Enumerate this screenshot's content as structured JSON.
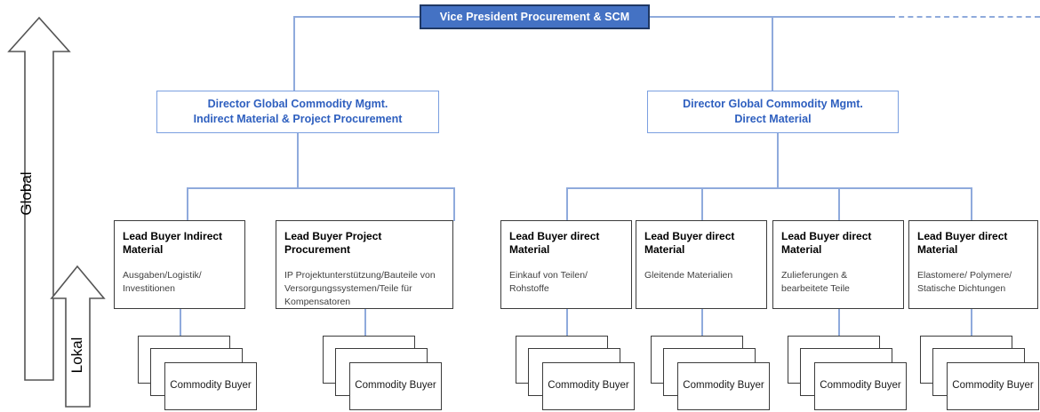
{
  "diagram": {
    "title_box": {
      "label": "Vice President Procurement & SCM"
    },
    "axis": {
      "global_label": "Global",
      "lokal_label": "Lokal",
      "global_arrow_name": "global-scope-arrow",
      "lokal_arrow_name": "lokal-scope-arrow"
    },
    "directors": [
      {
        "line1": "Director Global Commodity Mgmt.",
        "line2": "Indirect Material & Project Procurement"
      },
      {
        "line1": "Director Global Commodity Mgmt.",
        "line2": "Direct Material"
      }
    ],
    "lead_buyers": [
      {
        "title": "Lead Buyer Indirect Material",
        "desc": "Ausgaben/Logistik/ Investitionen"
      },
      {
        "title": "Lead Buyer Project Procurement",
        "desc": "IP Projektunterstützung/Bauteile von Versorgungssystemen/Teile für Kompensatoren"
      },
      {
        "title": "Lead Buyer direct Material",
        "desc": "Einkauf von Teilen/ Rohstoffe"
      },
      {
        "title": "Lead Buyer direct Material",
        "desc": "Gleitende Materialien"
      },
      {
        "title": "Lead Buyer direct Material",
        "desc": "Zulieferungen & bearbeitete Teile"
      },
      {
        "title": "Lead Buyer direct Material",
        "desc": "Elastomere/ Polymere/ Statische Dichtungen"
      }
    ],
    "commodity_buyers": [
      {
        "label": "Commodity Buyer"
      },
      {
        "label": "Commodity Buyer"
      },
      {
        "label": "Commodity Buyer"
      },
      {
        "label": "Commodity Buyer"
      },
      {
        "label": "Commodity Buyer"
      },
      {
        "label": "Commodity Buyer"
      }
    ],
    "colors": {
      "vp_fill": "#4472C4",
      "vp_border": "#1F3864",
      "vp_text": "#FFFFFF",
      "director_border": "#7B9FE0",
      "director_text": "#2E5FBF",
      "connector": "#8FAADC",
      "box_border": "#3B3B3B",
      "background": "#FFFFFF"
    }
  }
}
